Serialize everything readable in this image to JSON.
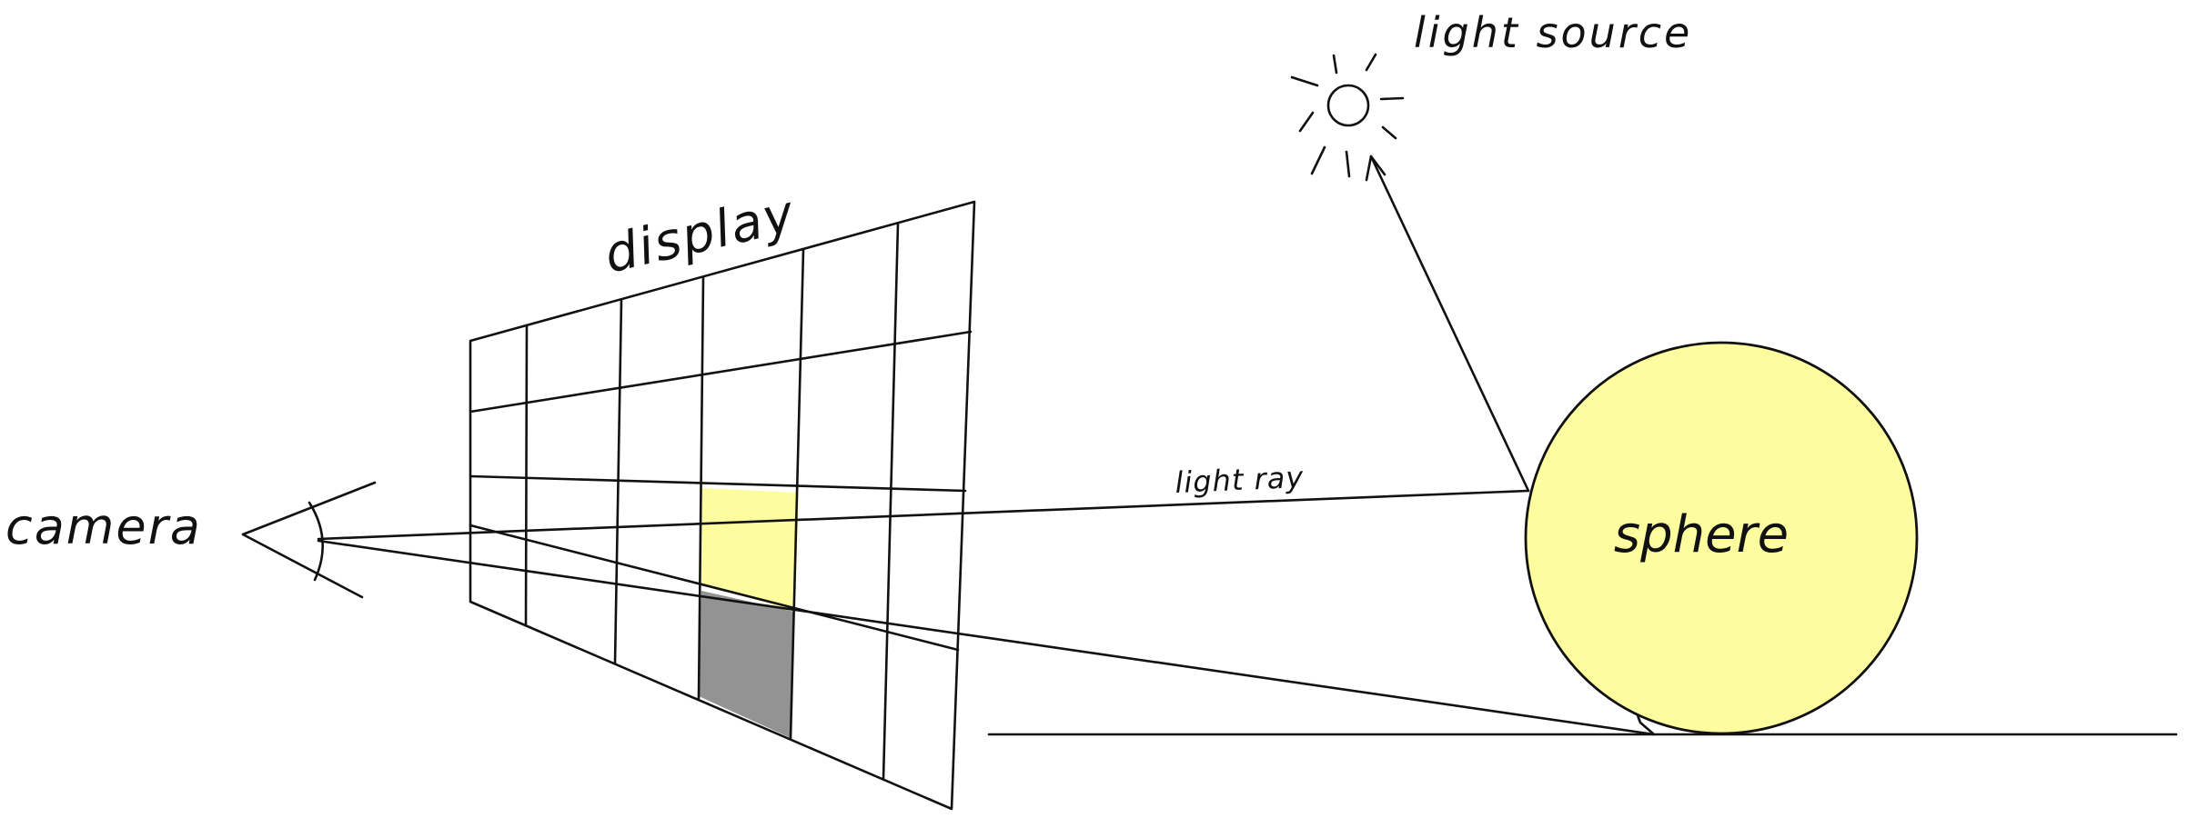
{
  "labels": {
    "camera": "camera",
    "display": "display",
    "light_source": "light source",
    "light_ray": "light ray",
    "sphere": "sphere"
  },
  "colors": {
    "ink": "#111111",
    "sphere_fill": "#fdfd9f",
    "lit_pixel": "#fdfd9f",
    "shadow_pixel": "#939393",
    "background": "#ffffff"
  }
}
